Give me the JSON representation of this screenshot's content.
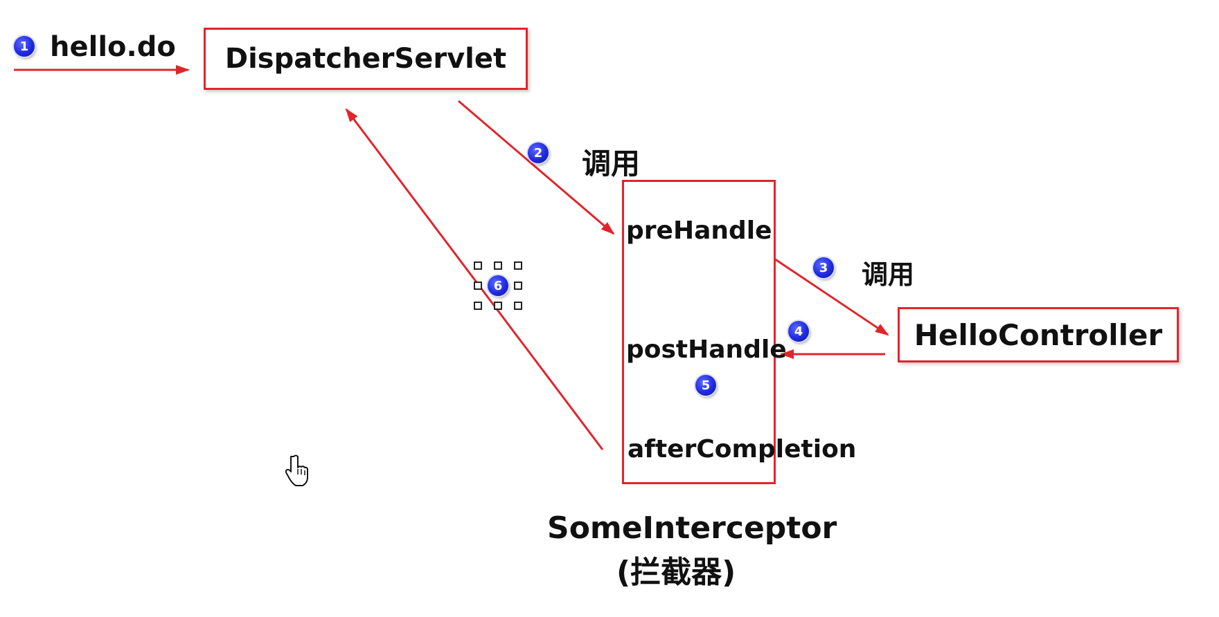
{
  "request": {
    "label": "hello.do"
  },
  "nodes": {
    "dispatcher": "DispatcherServlet",
    "controller": "HelloController",
    "interceptor": {
      "name": "SomeInterceptor",
      "subtitle": "(拦截器)",
      "methods": [
        "preHandle",
        "postHandle",
        "afterCompletion"
      ]
    }
  },
  "call_labels": {
    "step2": "调用",
    "step3": "调用"
  },
  "steps": [
    "1",
    "2",
    "3",
    "4",
    "5",
    "6"
  ],
  "colors": {
    "arrow": "#e0252b",
    "box_border": "#e0252b",
    "badge": "#1f2ae0",
    "text": "#111111"
  },
  "icons": {
    "cursor": "hand-pointer-icon",
    "selection": "selection-handles-icon"
  }
}
